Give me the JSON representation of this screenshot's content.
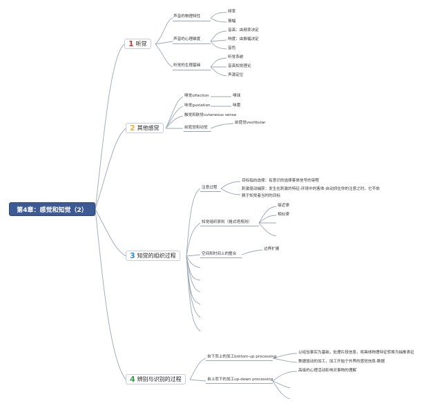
{
  "root": {
    "label": "第4章：感觉和知觉（2）"
  },
  "colors": {
    "root_bg": "#3d5a94",
    "num1": "#d33a3a",
    "num2": "#e8b43a",
    "num3": "#2e8fd4",
    "num4": "#3aa14a",
    "lines": "#9aa6b4"
  },
  "topics": {
    "hearing": {
      "num": "1",
      "label": "听觉",
      "sub1": {
        "label": "声音的物理特性",
        "items": [
          "频率",
          "振幅"
        ]
      },
      "sub2": {
        "label": "声音的心理维度",
        "items": [
          "音高：由频率决定",
          "响度：由振幅决定",
          "音色"
        ]
      },
      "sub3": {
        "label": "听觉的生理基础",
        "items": [
          "听觉系统",
          "音高知觉理论",
          "声源定位"
        ]
      }
    },
    "other": {
      "num": "2",
      "label": "其他感觉",
      "sub1": {
        "label": "嗅觉olfaction",
        "item": "嗅球"
      },
      "sub2": {
        "label": "味觉gustation",
        "item": "味蕾"
      },
      "sub3": {
        "label": "触觉和肤觉cutaneous sense"
      },
      "sub4": {
        "label": "前庭觉和动觉",
        "item": "前庭觉vestibular"
      }
    },
    "perception": {
      "num": "3",
      "label": "知觉的组织过程",
      "sub1": {
        "label": "注意过程",
        "items": [
          "目标指向选择：有意识的选择客体信号的审程",
          "刺激驱动捕获：发生在刺激的特征-环境中的客体-自动抓住你的注意之时。它不依",
          "赖于知觉者当时的目标"
        ]
      },
      "sub2": {
        "label": "知觉组织原则（格式塔规则）",
        "items": [
          "接近律",
          "相似律"
        ]
      },
      "sub3": {
        "label": "空间和时间上的整合",
        "item": "边界扩展"
      }
    },
    "recognition": {
      "num": "4",
      "label": "辨别与识别的过程",
      "sub1": {
        "label": "自下而上的加工bottom-up processing",
        "items": [
          "以经验事实为基础，处理片段信息，将具体物理特征转换为抽象表征",
          "数据驱动的加工，加工开始于外界的感觉信息-数据"
        ]
      },
      "sub2": {
        "label": "自上而下的加工up-down processing",
        "item": "高级的心理活动影响对事物的理解"
      }
    }
  }
}
